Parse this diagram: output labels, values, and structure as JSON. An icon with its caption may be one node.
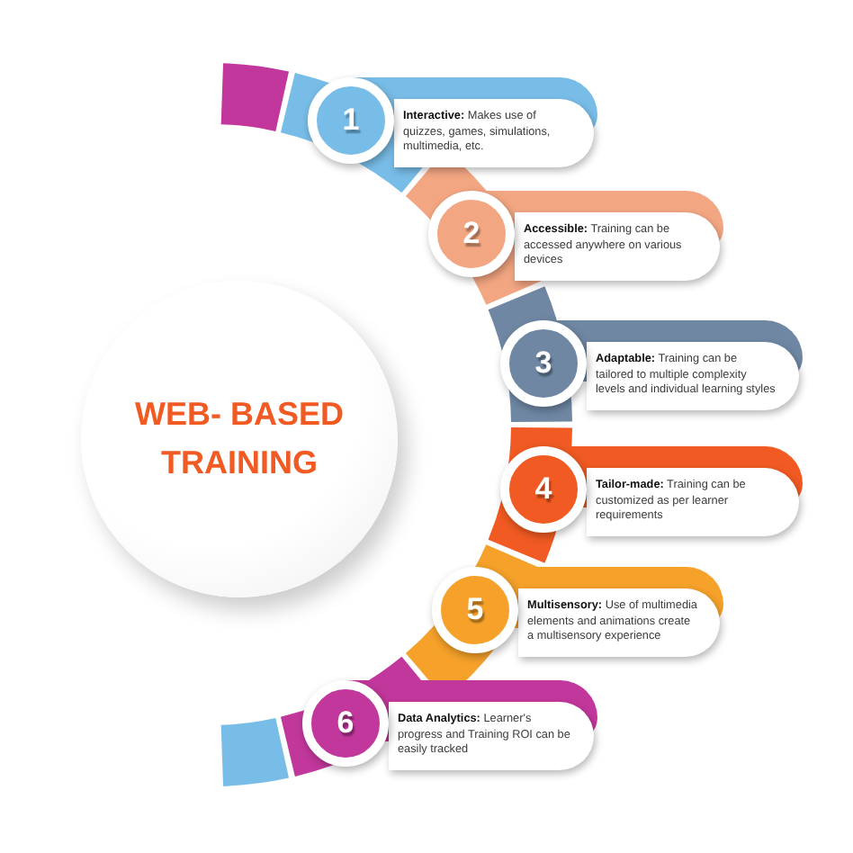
{
  "diagram": {
    "nodes": [
      {
        "text": [
          "WEB- BASED TRAINING"
        ]
      },
      {
        "text": [
          "1"
        ]
      },
      {
        "text": [
          "**Interactive:** Makes use of quizzes, games, simulations, multimedia, etc."
        ]
      },
      {
        "text": [
          "2"
        ]
      },
      {
        "text": [
          "**Accessible:** Training can be accessed anywhere on various devices"
        ]
      },
      {
        "text": [
          "3"
        ]
      },
      {
        "text": [
          "**Adaptable:** Training can be tailored to multiple complexity levels and individual learning styles"
        ]
      },
      {
        "text": [
          "4"
        ]
      },
      {
        "text": [
          "**Tailor-made:** Training can be customized as per learner requirements"
        ]
      },
      {
        "text": [
          "5"
        ]
      },
      {
        "text": [
          "**Multisensory:** Use of multimedia elements and animations create a multisensory experience"
        ]
      },
      {
        "text": [
          "6"
        ]
      },
      {
        "text": [
          "**Data Analytics:** Learner's progress and Training ROI can be easily tracked"
        ]
      }
    ]
  }
}
